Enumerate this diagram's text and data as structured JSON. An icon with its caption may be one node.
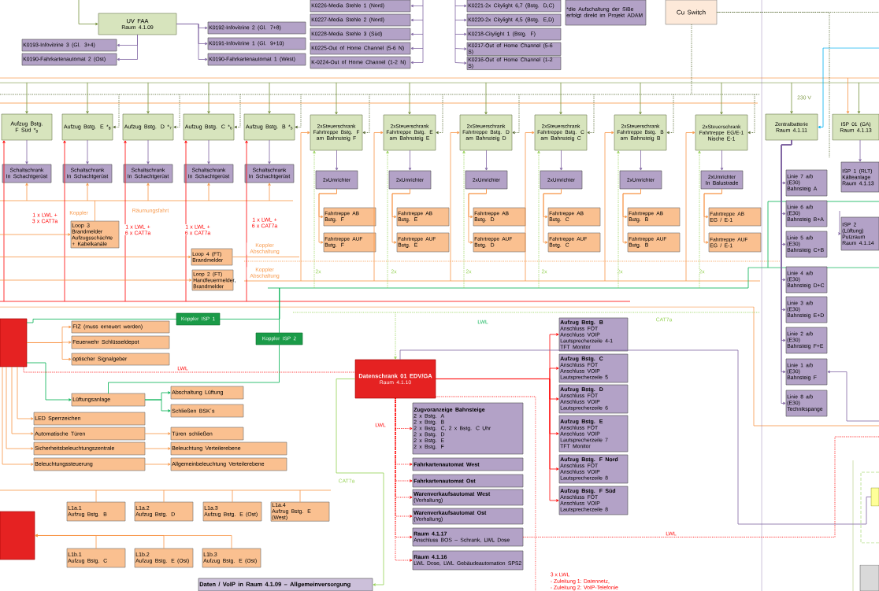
{
  "diagram": {
    "nodes": [
      {
        "text": [
          "UV FAA",
          "Raum 4.1.09"
        ]
      },
      {
        "text": [
          "K0193-Infovitrine 3 (Gl. 3+4)"
        ]
      },
      {
        "text": [
          "K0190-Fahrkartenautomat 2 (Ost)"
        ]
      },
      {
        "text": [
          "K0192-Infovitrine 2 (Gl. 7+8)"
        ]
      },
      {
        "text": [
          "K0191-Infovitrine 1 (Gl. 9+10)"
        ]
      },
      {
        "text": [
          "K0190-Fahrkartenautomat 1 (West)"
        ]
      },
      {
        "text": [
          "K0226-Media Stehle 1 (Nord)"
        ]
      },
      {
        "text": [
          "K0227-Media Stehle 2 (Nord)"
        ]
      },
      {
        "text": [
          "K0228-Media Stehle 3 (Süd)"
        ]
      },
      {
        "text": [
          "K0225-Out of Home Channel (5-6 N)"
        ]
      },
      {
        "text": [
          "K-0224-Out of Home Channel (1-2 N)"
        ]
      },
      {
        "text": [
          "K0221-2x Citylight 6,7 (Bstg. D,C)"
        ]
      },
      {
        "text": [
          "K0220-2x Citylight 4,5 (Bstg. E,D)"
        ]
      },
      {
        "text": [
          "K0218-Citylight 1 (Bstg. F)"
        ]
      },
      {
        "text": [
          "K0217-Out of Home Channel (5-6 S)"
        ]
      },
      {
        "text": [
          "K0216-Out of Home Channel (1-2 S)"
        ]
      },
      {
        "text": [
          "*die Aufschaltung der SiBe erfolgt direkt im Projekt ADAM"
        ]
      },
      {
        "text": [
          "Cu Switch"
        ]
      },
      {
        "text": [
          "Aufzug Bstg. F Süd *$_{9}$"
        ]
      },
      {
        "text": [
          "Aufzug Bstg. E *$_{8}$"
        ]
      },
      {
        "text": [
          "Aufzug Bstg. D *$_{7}$"
        ]
      },
      {
        "text": [
          "Aufzug Bstg. C *$_{6}$"
        ]
      },
      {
        "text": [
          "Aufzug Bstg. B *$_{5}$"
        ]
      },
      {
        "text": [
          "Schaltschrank",
          "In Schachtgerüst"
        ]
      },
      {
        "text": [
          "Schaltschrank",
          "In Schachtgerüst"
        ]
      },
      {
        "text": [
          "Schaltschrank",
          "In Schachtgerüst"
        ]
      },
      {
        "text": [
          "Schaltschrank",
          "In Schachtgerüst"
        ]
      },
      {
        "text": [
          "Schaltschrank",
          "In Schachtgerüst"
        ]
      },
      {
        "text": [
          "2xSteuerschrank Fahrtreppe Bstg. F",
          "am Bahnsteig F"
        ]
      },
      {
        "text": [
          "2xSteuerschrank Fahrtreppe Bstg. E",
          "am Bahnsteig E"
        ]
      },
      {
        "text": [
          "2xSteuerschrank Fahrtreppe Bstg. D",
          "am Bahnsteig D"
        ]
      },
      {
        "text": [
          "2xSteuerschrank Fahrtreppe Bstg. C",
          "am Bahnsteig C"
        ]
      },
      {
        "text": [
          "2xSteuerschrank Fahrtreppe Bstg. B",
          "am Bahnsteig B"
        ]
      },
      {
        "text": [
          "2xSteuerschrank Fahrtreppe EG/E-1",
          "Nische E-1"
        ]
      },
      {
        "text": [
          "2xUmrichter"
        ]
      },
      {
        "text": [
          "2xUmrichter"
        ]
      },
      {
        "text": [
          "2xUmrichter"
        ]
      },
      {
        "text": [
          "2xUmrichter"
        ]
      },
      {
        "text": [
          "2xUmrichter"
        ]
      },
      {
        "text": [
          "2xUmrichter",
          "In Balustrade"
        ]
      },
      {
        "text": [
          "Fahrtreppe AB",
          "Bstg. F"
        ]
      },
      {
        "text": [
          "Fahrtreppe AUF",
          "Bstg. F"
        ]
      },
      {
        "text": [
          "Fahrtreppe AB",
          "Bstg. E"
        ]
      },
      {
        "text": [
          "Fahrtreppe AUF",
          "Bstg. E"
        ]
      },
      {
        "text": [
          "Fahrtreppe AB",
          "Bstg. D"
        ]
      },
      {
        "text": [
          "Fahrtreppe AUF",
          "Bstg. D"
        ]
      },
      {
        "text": [
          "Fahrtreppe AB",
          "Bstg. C"
        ]
      },
      {
        "text": [
          "Fahrtreppe AUF",
          "Bstg. C"
        ]
      },
      {
        "text": [
          "Fahrtreppe AB",
          "Bstg. B"
        ]
      },
      {
        "text": [
          "Fahrtreppe AUF",
          "Bstg. B"
        ]
      },
      {
        "text": [
          "Fahrtreppe AB",
          "EG / E-1"
        ]
      },
      {
        "text": [
          "Fahrtreppe AUF",
          "EG / E-1"
        ]
      },
      {
        "text": [
          "Zentralbatterie",
          "Raum 4.1.11"
        ]
      },
      {
        "text": [
          "ISP 01 (GA)",
          "Raum 4.1.13"
        ]
      },
      {
        "text": [
          "ISP 1 (RLT)",
          "Kälteanlage",
          "Raum 4.1.13"
        ]
      },
      {
        "text": [
          "ISP 2 (Lüftung)",
          "Putzraum",
          "Raum 4.1.14"
        ]
      },
      {
        "text": [
          "Linie 7 a/b",
          "(E30)",
          "Bahnsteig A"
        ]
      },
      {
        "text": [
          "Linie 6 a/b",
          "(E30)",
          "Bahnsteig B+A"
        ]
      },
      {
        "text": [
          "Linie 5 a/b",
          "(E30)",
          "Bahnsteig C+B"
        ]
      },
      {
        "text": [
          "Linie 4 a/b",
          "(E30)",
          "Bahnsteig D+C"
        ]
      },
      {
        "text": [
          "Linie 3 a/b",
          "(E30)",
          "Bahnsteig E+D"
        ]
      },
      {
        "text": [
          "Linie 2 a/b",
          "(E30)",
          "Bahnsteig F+E"
        ]
      },
      {
        "text": [
          "Linie 1 a/b",
          "(E30)",
          "Bahnsteig F"
        ]
      },
      {
        "text": [
          "Linie 8 a/b",
          "(E30)",
          "Technikspange"
        ]
      },
      {
        "text": [
          "Loop 3",
          "Brandmelder Aufzugsschächte + Kabelkanäle"
        ]
      },
      {
        "text": [
          "Loop 4 (FT)",
          "Brandmelder"
        ]
      },
      {
        "text": [
          "Loop 2 (FT)",
          "Handfeuermelder, Brandmelder"
        ]
      },
      {
        "text": [],
        "shape": "box"
      },
      {
        "text": [
          "FIZ",
          "(muss erneuert werden)"
        ]
      },
      {
        "text": [
          "Feuerwehr Schlüsseldepot"
        ]
      },
      {
        "text": [
          "optischer Signalgeber"
        ]
      },
      {
        "text": [
          "Koppler ISP 1"
        ]
      },
      {
        "text": [
          "Koppler ISP 2"
        ]
      },
      {
        "text": [
          "Lüftungsanlage"
        ]
      },
      {
        "text": [
          "Abschaltung Lüftung"
        ]
      },
      {
        "text": [
          "Schließen BSK´s"
        ]
      },
      {
        "text": [
          "LED Sperrzeichen"
        ]
      },
      {
        "text": [
          "Automatische Türen"
        ]
      },
      {
        "text": [
          "Sicherheitsbeleuchtungszentrale"
        ]
      },
      {
        "text": [
          "Beleuchtungssteuerung"
        ]
      },
      {
        "text": [
          "Türen schließen"
        ]
      },
      {
        "text": [
          "Beleuchtung Verteilerebene"
        ]
      },
      {
        "text": [
          "Allgemeinbeleuchtung Verteilerebene"
        ]
      },
      {
        "text": [
          "L1a.1",
          "Aufzug Bstg. B"
        ]
      },
      {
        "text": [
          "L1a.2",
          "Aufzug Bstg. D"
        ]
      },
      {
        "text": [
          "L1a.3",
          "Aufzug Bstg. E (Ost)"
        ]
      },
      {
        "text": [
          "L1a.4",
          "Aufzug Bstg. E (West)"
        ]
      },
      {
        "text": [],
        "shape": "box"
      },
      {
        "text": [
          "L1b.1",
          "Aufzug Bstg. C"
        ]
      },
      {
        "text": [
          "L1b.2",
          "Aufzug Bstg. E (Ost)"
        ]
      },
      {
        "text": [
          "L1b.3",
          "Aufzug Bstg. E (Ost)"
        ]
      },
      {
        "text": [
          "Daten / VoIP in Raum 4.1.09 – Allgemeinversorgung"
        ]
      },
      {
        "text": [
          "Datenschrank 01 EDV/GA",
          "Raum 4.1.10"
        ]
      },
      {
        "text": [
          "Zugvoranzeige Bahnsteige",
          "2 x Bstg. A",
          "2 x Bstg. B",
          "2 x Bstg. C, 2 x Bstg. C Uhr",
          "2 x Bstg. D",
          "2 x Bstg. E",
          "2 x Bstg. F"
        ]
      },
      {
        "text": [
          "Fahrkartenautomat West"
        ]
      },
      {
        "text": [
          "Fahrkartenautomat Ost"
        ]
      },
      {
        "text": [
          "Warenverkaufsautomat West",
          "(Vorhaltung)"
        ]
      },
      {
        "text": [
          "Warenverkaufsautomat Ost",
          "(Vorhaltung)"
        ]
      },
      {
        "text": [
          "Raum 4.1.17",
          "Anschluss BOS – Schrank, LWL Dose"
        ]
      },
      {
        "text": [
          "Raum 4.1.16",
          "LWL Dose, LWL Gebäudeautomation SPS2"
        ]
      },
      {
        "text": [
          "Aufzug Bstg. B",
          "Anschluss FÖT",
          "Anschluss VOIP",
          "Lautsprecherzeile 4-1",
          "TFT Monitor"
        ]
      },
      {
        "text": [
          "Aufzug Bstg. C",
          "Anschluss FÖT",
          "Anschluss VOIP",
          "Lautsprecherzeile 5"
        ]
      },
      {
        "text": [
          "Aufzug Bstg. D",
          "Anschluss FÖT",
          "Anschluss VOIP",
          "Lautsprecherzeile 6"
        ]
      },
      {
        "text": [
          "Aufzug Bstg. E",
          "Anschluss FÖT",
          "Anschluss VOIP",
          "Lautsprecherzeile 7",
          "TFT Monitor"
        ]
      },
      {
        "text": [
          "Aufzug Bstg. F Nord",
          "Anschluss FÖT",
          "Anschluss VOIP",
          "Lautsprecherzeile 8"
        ]
      },
      {
        "text": [
          "Aufzug Bstg. F Süd",
          "Anschluss FÖT",
          "Anschluss VOIP",
          "Lautsprecherzeile 8"
        ]
      },
      {
        "text": [],
        "shape": "box"
      },
      {
        "text": [],
        "shape": "box"
      }
    ],
    "edges": [
      {
        "from": null,
        "to": 0,
        "arrow": "to",
        "color": "#77933c"
      },
      {
        "from": 0,
        "to": 1,
        "arrow": "to",
        "color": "#8064a2"
      },
      {
        "from": 0,
        "to": 2,
        "arrow": "to",
        "color": "#8064a2"
      },
      {
        "from": 0,
        "to": 3,
        "arrow": "to",
        "color": "#8064a2"
      },
      {
        "from": 0,
        "to": 4,
        "arrow": "to",
        "color": "#8064a2"
      },
      {
        "from": 0,
        "to": 5,
        "arrow": "to",
        "color": "#8064a2"
      },
      {
        "from": null,
        "to": 6,
        "arrow": "to",
        "color": "#8064a2"
      },
      {
        "from": null,
        "to": 7,
        "arrow": "to",
        "color": "#8064a2"
      },
      {
        "from": null,
        "to": 8,
        "arrow": "to",
        "color": "#8064a2"
      },
      {
        "from": null,
        "to": 9,
        "arrow": "to",
        "color": "#8064a2"
      },
      {
        "from": null,
        "to": 10,
        "arrow": "to",
        "color": "#8064a2"
      },
      {
        "from": null,
        "to": 11,
        "arrow": "to",
        "color": "#8064a2"
      },
      {
        "from": null,
        "to": 12,
        "arrow": "to",
        "color": "#8064a2"
      },
      {
        "from": null,
        "to": 13,
        "arrow": "to",
        "color": "#8064a2"
      },
      {
        "from": null,
        "to": 14,
        "arrow": "to",
        "color": "#8064a2"
      },
      {
        "from": null,
        "to": 15,
        "arrow": "to",
        "color": "#8064a2"
      },
      {
        "from": 18,
        "to": 23,
        "arrow": "to",
        "color": "#8064a2"
      },
      {
        "from": 19,
        "to": 24,
        "arrow": "to",
        "color": "#8064a2"
      },
      {
        "from": 20,
        "to": 25,
        "arrow": "to",
        "color": "#8064a2"
      },
      {
        "from": 21,
        "to": 26,
        "arrow": "to",
        "color": "#8064a2"
      },
      {
        "from": 22,
        "to": 27,
        "arrow": "to",
        "color": "#8064a2"
      },
      {
        "from": null,
        "to": 18,
        "arrow": "to",
        "color": "#77933c"
      },
      {
        "from": null,
        "to": 19,
        "arrow": "to",
        "color": "#77933c"
      },
      {
        "from": null,
        "to": 20,
        "arrow": "to",
        "color": "#77933c"
      },
      {
        "from": null,
        "to": 21,
        "arrow": "to",
        "color": "#77933c"
      },
      {
        "from": null,
        "to": 22,
        "arrow": "to",
        "color": "#77933c"
      },
      {
        "from": null,
        "to": 18,
        "arrow": "to",
        "color": "#ff0000"
      },
      {
        "from": null,
        "to": 19,
        "arrow": "to",
        "color": "#ff0000"
      },
      {
        "from": null,
        "to": 20,
        "arrow": "to",
        "color": "#ff0000"
      },
      {
        "from": null,
        "to": 21,
        "arrow": "to",
        "color": "#ff0000"
      },
      {
        "from": null,
        "to": 22,
        "arrow": "to",
        "color": "#ff0000"
      },
      {
        "from": null,
        "to": 23,
        "arrow": "to"
      },
      {
        "from": null,
        "to": 24,
        "arrow": "to"
      },
      {
        "from": null,
        "to": 25,
        "arrow": "to"
      },
      {
        "from": null,
        "to": 26,
        "arrow": "to"
      },
      {
        "from": null,
        "to": 27,
        "arrow": "to"
      },
      {
        "from": null,
        "to": 19,
        "arrow": "to",
        "style": "dashed",
        "color": "#4f6228"
      },
      {
        "from": null,
        "to": 20,
        "arrow": "to",
        "style": "dashed",
        "color": "#4f6228"
      },
      {
        "from": null,
        "to": 21,
        "arrow": "to",
        "style": "dashed",
        "color": "#4f6228"
      },
      {
        "from": null,
        "to": 22,
        "arrow": "to",
        "style": "dashed",
        "color": "#4f6228"
      },
      {
        "from": null,
        "to": 28,
        "arrow": "to",
        "color": "#77933c"
      },
      {
        "from": null,
        "to": 29,
        "arrow": "to",
        "color": "#77933c"
      },
      {
        "from": null,
        "to": 30,
        "arrow": "to",
        "color": "#77933c"
      },
      {
        "from": null,
        "to": 31,
        "arrow": "to",
        "color": "#77933c"
      },
      {
        "from": null,
        "to": 32,
        "arrow": "to",
        "color": "#77933c"
      },
      {
        "from": null,
        "to": 33,
        "arrow": "to",
        "color": "#77933c"
      },
      {
        "from": 28,
        "to": 34,
        "arrow": "to",
        "color": "#8064a2"
      },
      {
        "from": 29,
        "to": 35,
        "arrow": "to",
        "color": "#8064a2"
      },
      {
        "from": 30,
        "to": 36,
        "arrow": "to",
        "color": "#8064a2"
      },
      {
        "from": 31,
        "to": 37,
        "arrow": "to",
        "color": "#8064a2"
      },
      {
        "from": 32,
        "to": 38,
        "arrow": "to",
        "color": "#8064a2"
      },
      {
        "from": 33,
        "to": 39,
        "arrow": "to",
        "color": "#8064a2"
      },
      {
        "from": 34,
        "to": 40,
        "arrow": "to"
      },
      {
        "from": 34,
        "to": 41,
        "arrow": "to"
      },
      {
        "from": 35,
        "to": 42,
        "arrow": "to"
      },
      {
        "from": 35,
        "to": 43,
        "arrow": "to"
      },
      {
        "from": 36,
        "to": 44,
        "arrow": "to"
      },
      {
        "from": 36,
        "to": 45,
        "arrow": "to"
      },
      {
        "from": 37,
        "to": 46,
        "arrow": "to"
      },
      {
        "from": 37,
        "to": 47,
        "arrow": "to"
      },
      {
        "from": 38,
        "to": 48,
        "arrow": "to"
      },
      {
        "from": 38,
        "to": 49,
        "arrow": "to"
      },
      {
        "from": 39,
        "to": 50,
        "arrow": "to"
      },
      {
        "from": 39,
        "to": 51,
        "arrow": "to"
      },
      {
        "from": null,
        "to": 28,
        "arrow": "to"
      },
      {
        "from": null,
        "to": 29,
        "arrow": "to"
      },
      {
        "from": null,
        "to": 30,
        "arrow": "to"
      },
      {
        "from": null,
        "to": 31,
        "arrow": "to"
      },
      {
        "from": null,
        "to": 32,
        "arrow": "to"
      },
      {
        "from": null,
        "to": 33,
        "arrow": "to"
      },
      {
        "from": null,
        "to": 28,
        "arrow": "to",
        "style": "dashed",
        "color": "#92d050"
      },
      {
        "from": null,
        "to": 29,
        "arrow": "to",
        "style": "dashed",
        "color": "#92d050"
      },
      {
        "from": null,
        "to": 30,
        "arrow": "to",
        "style": "dashed",
        "color": "#92d050"
      },
      {
        "from": null,
        "to": 31,
        "arrow": "to",
        "style": "dashed",
        "color": "#92d050"
      },
      {
        "from": null,
        "to": 32,
        "arrow": "to",
        "style": "dashed",
        "color": "#92d050"
      },
      {
        "from": null,
        "to": 33,
        "arrow": "to",
        "style": "dashed",
        "color": "#92d050"
      },
      {
        "from": null,
        "to": 28,
        "arrow": "to",
        "style": "dashed",
        "color": "#4f6228"
      },
      {
        "from": null,
        "to": 29,
        "arrow": "to",
        "style": "dashed",
        "color": "#4f6228"
      },
      {
        "from": null,
        "to": 30,
        "arrow": "to",
        "style": "dashed",
        "color": "#4f6228"
      },
      {
        "from": null,
        "to": 31,
        "arrow": "to",
        "style": "dashed",
        "color": "#4f6228"
      },
      {
        "from": null,
        "to": 32,
        "arrow": "to",
        "style": "dashed",
        "color": "#4f6228"
      },
      {
        "from": null,
        "to": 33,
        "arrow": "to",
        "style": "dashed",
        "color": "#4f6228"
      },
      {
        "from": null,
        "to": 52,
        "arrow": "to",
        "color": "#77933c"
      },
      {
        "from": null,
        "to": 52,
        "arrow": "to",
        "color": "#00b0f0"
      },
      {
        "from": null,
        "to": 53,
        "arrow": "to"
      },
      {
        "from": null,
        "to": 53,
        "arrow": "to",
        "color": "#77933c"
      },
      {
        "from": 52,
        "to": 56,
        "arrow": "to",
        "color": "#8064a2"
      },
      {
        "from": 52,
        "to": 57,
        "arrow": "to",
        "color": "#8064a2"
      },
      {
        "from": 52,
        "to": 58,
        "arrow": "to",
        "color": "#8064a2"
      },
      {
        "from": 52,
        "to": 59,
        "arrow": "to",
        "color": "#8064a2"
      },
      {
        "from": 52,
        "to": 60,
        "arrow": "to",
        "color": "#8064a2"
      },
      {
        "from": 52,
        "to": 61,
        "arrow": "to",
        "color": "#8064a2"
      },
      {
        "from": 52,
        "to": 62,
        "arrow": "to",
        "color": "#8064a2"
      },
      {
        "from": 52,
        "to": 63,
        "arrow": "to",
        "color": "#8064a2"
      },
      {
        "from": 53,
        "to": 54,
        "arrow": "to",
        "color": "#8064a2"
      },
      {
        "from": null,
        "to": 55,
        "arrow": "to",
        "color": "#8064a2"
      },
      {
        "from": null,
        "to": 62,
        "arrow": "to",
        "color": "#8064a2"
      },
      {
        "from": null,
        "to": 64,
        "arrow": "to"
      },
      {
        "from": null,
        "to": 65,
        "arrow": "to"
      },
      {
        "from": null,
        "to": 66,
        "arrow": "to"
      },
      {
        "from": 67,
        "to": 68,
        "arrow": "to"
      },
      {
        "from": 67,
        "to": 69,
        "arrow": "to"
      },
      {
        "from": 67,
        "to": 70,
        "arrow": "to"
      },
      {
        "from": 67,
        "to": 71,
        "arrow": "none",
        "color": "#00b050"
      },
      {
        "from": 67,
        "to": 73,
        "arrow": "to",
        "color": "#00b050"
      },
      {
        "from": 72,
        "to": 73,
        "arrow": "none",
        "color": "#00b050"
      },
      {
        "from": 73,
        "to": 74,
        "arrow": "to",
        "color": "#00b050"
      },
      {
        "from": 73,
        "to": 75,
        "arrow": "to",
        "color": "#00b050"
      },
      {
        "from": 67,
        "to": 76,
        "arrow": "to"
      },
      {
        "from": 67,
        "to": 77,
        "arrow": "to"
      },
      {
        "from": 67,
        "to": 78,
        "arrow": "to"
      },
      {
        "from": 67,
        "to": 79,
        "arrow": "to"
      },
      {
        "from": 77,
        "to": 80,
        "arrow": "to"
      },
      {
        "from": 78,
        "to": 81,
        "arrow": "to"
      },
      {
        "from": 79,
        "to": 82,
        "arrow": "to"
      },
      {
        "from": null,
        "to": 83,
        "arrow": "none"
      },
      {
        "from": null,
        "to": 84,
        "arrow": "none"
      },
      {
        "from": null,
        "to": 85,
        "arrow": "none"
      },
      {
        "from": null,
        "to": 86,
        "arrow": "none"
      },
      {
        "from": 88,
        "to": 87,
        "arrow": "to"
      },
      {
        "from": 89,
        "to": 87,
        "arrow": "to"
      },
      {
        "from": 90,
        "to": 87,
        "arrow": "to"
      },
      {
        "from": 92,
        "to": 91,
        "arrow": "to",
        "color": "#92d050"
      },
      {
        "from": null,
        "to": 92,
        "arrow": "to",
        "style": "dashed",
        "color": "#92d050"
      },
      {
        "from": 92,
        "to": 93,
        "arrow": "to",
        "style": "dashed",
        "color": "#ff0000"
      },
      {
        "from": 92,
        "to": 94,
        "arrow": "to",
        "style": "dashed",
        "color": "#ff0000"
      },
      {
        "from": 92,
        "to": 95,
        "arrow": "to",
        "style": "dashed",
        "color": "#ff0000"
      },
      {
        "from": 92,
        "to": 96,
        "arrow": "to",
        "style": "dashed",
        "color": "#ff0000"
      },
      {
        "from": 92,
        "to": 97,
        "arrow": "to",
        "style": "dashed",
        "color": "#ff0000"
      },
      {
        "from": 92,
        "to": 98,
        "arrow": "to",
        "style": "dashed",
        "color": "#ff0000"
      },
      {
        "from": 92,
        "to": 99,
        "arrow": "to",
        "style": "dashed",
        "color": "#ff0000"
      },
      {
        "from": 92,
        "to": 100,
        "arrow": "to",
        "color": "#ff0000"
      },
      {
        "from": 92,
        "to": 101,
        "arrow": "to",
        "color": "#ff0000"
      },
      {
        "from": 92,
        "to": 102,
        "arrow": "to",
        "color": "#ff0000"
      },
      {
        "from": 92,
        "to": 103,
        "arrow": "to",
        "color": "#ff0000"
      },
      {
        "from": 92,
        "to": 104,
        "arrow": "to",
        "color": "#ff0000"
      },
      {
        "from": 92,
        "to": 105,
        "arrow": "to",
        "color": "#ff0000"
      },
      {
        "from": null,
        "to": 64,
        "arrow": "none"
      },
      {
        "from": 92,
        "to": 106,
        "arrow": "none",
        "color": "#8064a2"
      },
      {
        "from": 72,
        "to": null,
        "arrow": "none",
        "color": "#00b050"
      },
      {
        "from": 71,
        "to": null,
        "arrow": "none",
        "color": "#00b050"
      },
      {
        "from": 65,
        "to": null,
        "arrow": "none"
      },
      {
        "from": 67,
        "to": 92,
        "arrow": "none",
        "style": "dashed",
        "color": "#ff0000"
      },
      {
        "from": 17,
        "to": null,
        "arrow": "none",
        "style": "dashed",
        "color": "#4f6228"
      },
      {
        "from": 17,
        "to": null,
        "arrow": "none",
        "style": "dashed",
        "color": "#4f6228"
      },
      {
        "from": 17,
        "to": null,
        "arrow": "none",
        "style": "dashed",
        "color": "#4f6228"
      },
      {
        "from": 92,
        "to": null,
        "arrow": "none",
        "style": "dashed",
        "color": "#ff0000"
      },
      {
        "from": 98,
        "to": null,
        "arrow": "none",
        "style": "dashed",
        "color": "#ff0000"
      }
    ],
    "labels": [
      "1 x LWL + 3 x CAT7a",
      "Koppler",
      "Räumungsfahrt",
      "1 x LWL + 6 x CAT7a",
      "1 x LWL + 6 x CAT7a",
      "1 x LWL + 6 x CAT7a",
      "Koppler Abschaltung",
      "Koppler Abschaltung",
      "2x",
      "2x",
      "2x",
      "2x",
      "2x",
      "2x",
      "230 V",
      "LWL",
      "LWL",
      "CAT7a",
      "LWL",
      "CAT7a",
      "LWL",
      "3 x LWL",
      "- Zuleitung 1: Datennetz,",
      "- Zuleitung 2: VoIP-Telefonie"
    ]
  }
}
